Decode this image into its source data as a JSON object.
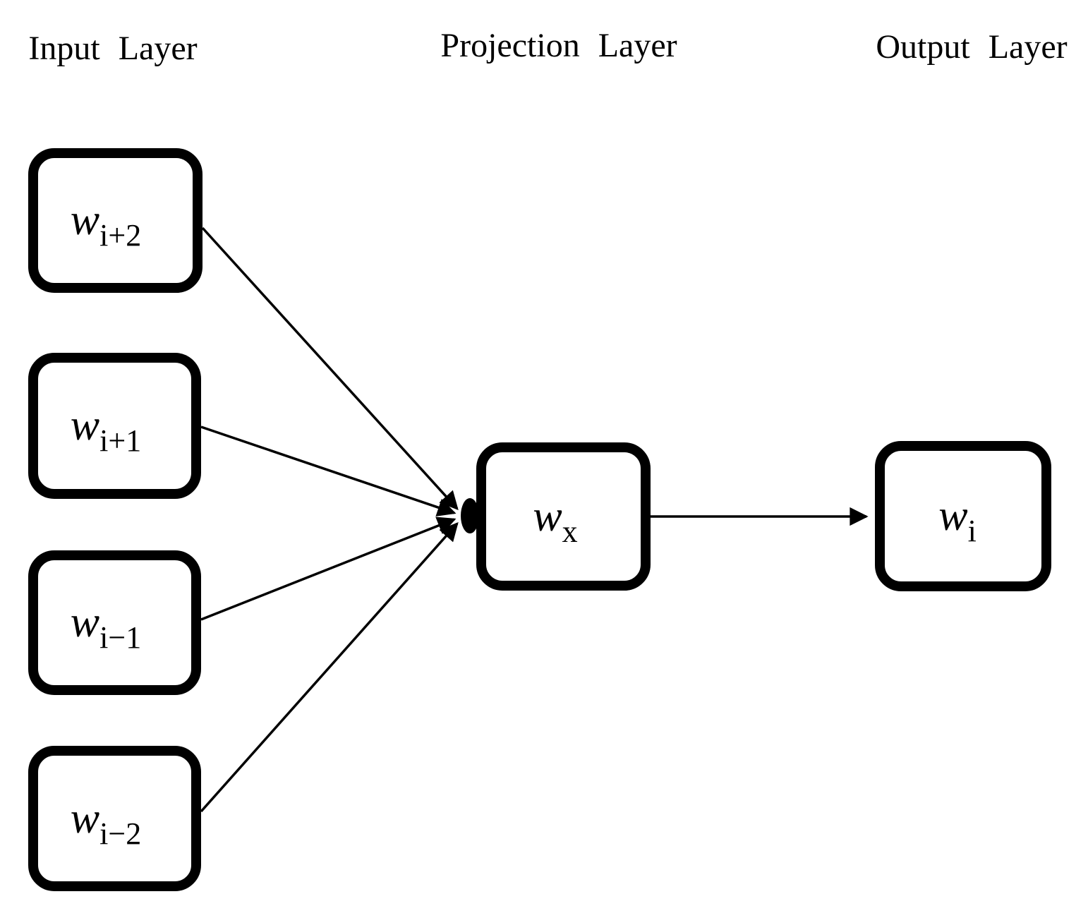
{
  "headers": {
    "input": "Input Layer",
    "projection": "Projection Layer",
    "output": "Output Layer"
  },
  "nodes": {
    "input": [
      {
        "base": "w",
        "subscript": "i+2"
      },
      {
        "base": "w",
        "subscript": "i+1"
      },
      {
        "base": "w",
        "subscript": "i−1"
      },
      {
        "base": "w",
        "subscript": "i−2"
      }
    ],
    "projection": {
      "base": "w",
      "subscript": "x"
    },
    "output": {
      "base": "w",
      "subscript": "i"
    }
  },
  "colors": {
    "stroke": "#000000",
    "fill": "#ffffff",
    "background": "#ffffff"
  }
}
